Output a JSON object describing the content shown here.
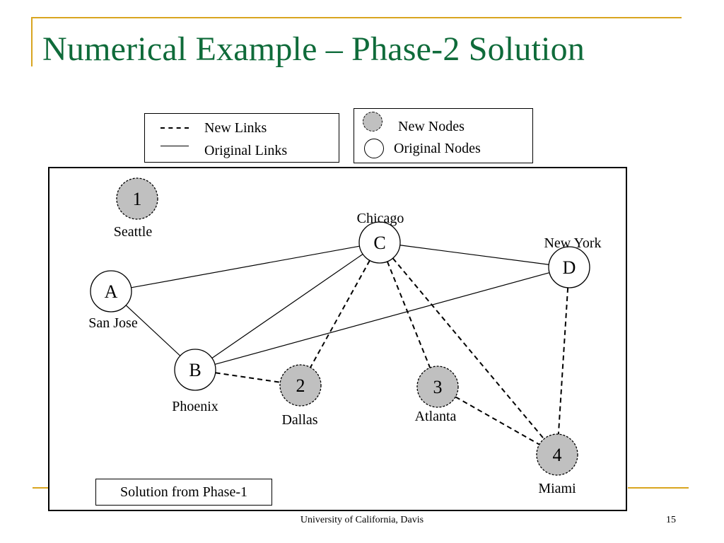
{
  "slide": {
    "title": "Numerical Example – Phase-2 Solution",
    "footer": "University of California, Davis",
    "page_number": "15",
    "title_color": "#0f6b3a",
    "accent_color": "#d9a520"
  },
  "legend": {
    "new_links": "New Links",
    "original_links": "Original Links",
    "new_nodes": "New Nodes",
    "original_nodes": "Original Nodes"
  },
  "caption": "Solution from Phase-1",
  "nodes": [
    {
      "id": "1",
      "city": "Seattle",
      "kind": "new"
    },
    {
      "id": "A",
      "city": "San Jose",
      "kind": "original"
    },
    {
      "id": "B",
      "city": "Phoenix",
      "kind": "original"
    },
    {
      "id": "C",
      "city": "Chicago",
      "kind": "original"
    },
    {
      "id": "D",
      "city": "New York",
      "kind": "original"
    },
    {
      "id": "2",
      "city": "Dallas",
      "kind": "new"
    },
    {
      "id": "3",
      "city": "Atlanta",
      "kind": "new"
    },
    {
      "id": "4",
      "city": "Miami",
      "kind": "new"
    }
  ],
  "edges": [
    {
      "from": "A",
      "to": "C",
      "kind": "original"
    },
    {
      "from": "A",
      "to": "B",
      "kind": "original"
    },
    {
      "from": "B",
      "to": "C",
      "kind": "original"
    },
    {
      "from": "B",
      "to": "D",
      "kind": "original"
    },
    {
      "from": "C",
      "to": "D",
      "kind": "original"
    },
    {
      "from": "B",
      "to": "2",
      "kind": "new"
    },
    {
      "from": "C",
      "to": "2",
      "kind": "new"
    },
    {
      "from": "C",
      "to": "3",
      "kind": "new"
    },
    {
      "from": "C",
      "to": "4",
      "kind": "new"
    },
    {
      "from": "3",
      "to": "4",
      "kind": "new"
    },
    {
      "from": "D",
      "to": "4",
      "kind": "new"
    }
  ],
  "colors": {
    "new_node_fill": "#c0c0c0",
    "original_node_fill": "#ffffff",
    "stroke": "#000000"
  }
}
